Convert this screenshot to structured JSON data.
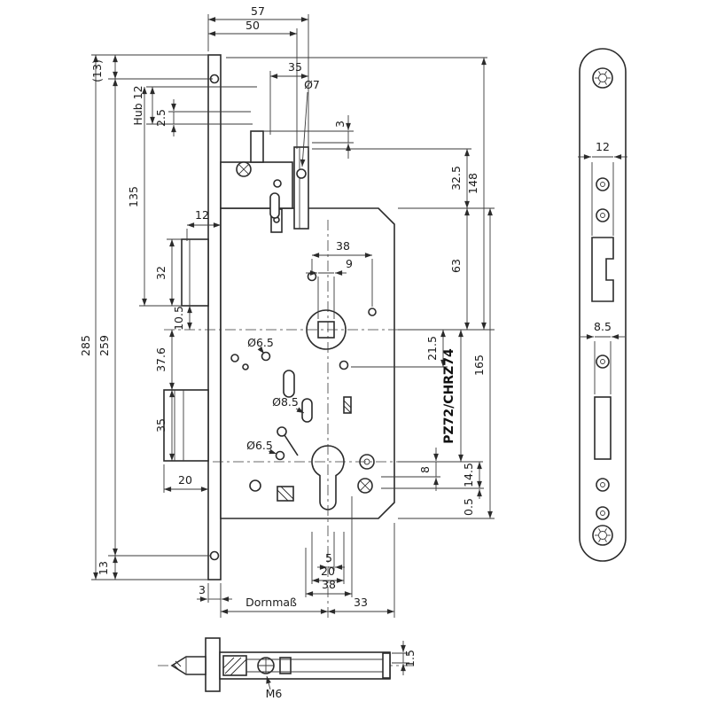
{
  "drawing_type": "technical-drawing-mortise-lock",
  "product_label": "PZ72/CHRZ74",
  "dims": {
    "top_57": "57",
    "top_50": "50",
    "top_35": "35",
    "top_dia7": "Ø7",
    "mid_3": "3",
    "mid_38": "38",
    "mid_9": "9",
    "mid_dia65a": "Ø6.5",
    "mid_dia85": "Ø8.5",
    "mid_dia65b": "Ø6.5",
    "left_13_paren": "(13)",
    "left_hub": "Hub 12",
    "left_2_5": "2.5",
    "left_135": "135",
    "left_12": "12",
    "left_32": "32",
    "left_10_5": "10.5",
    "left_285": "285",
    "left_259": "259",
    "left_37_6": "37.6",
    "left_35": "35",
    "left_20": "20",
    "left_13": "13",
    "right_32_5": "32.5",
    "right_148": "148",
    "right_63": "63",
    "right_21_5": "21.5",
    "right_165": "165",
    "right_8": "8",
    "right_0_5": "0.5",
    "right_14_5": "14.5",
    "bottom_3": "3",
    "bottom_dornmass": "Dornmaß",
    "bottom_33": "33",
    "bottom_5": "5",
    "bottom_20": "20",
    "bottom_38": "38",
    "bottom_m6": "M6",
    "bottom_1_5": "1.5",
    "plate_12": "12",
    "plate_8_5": "8.5"
  }
}
